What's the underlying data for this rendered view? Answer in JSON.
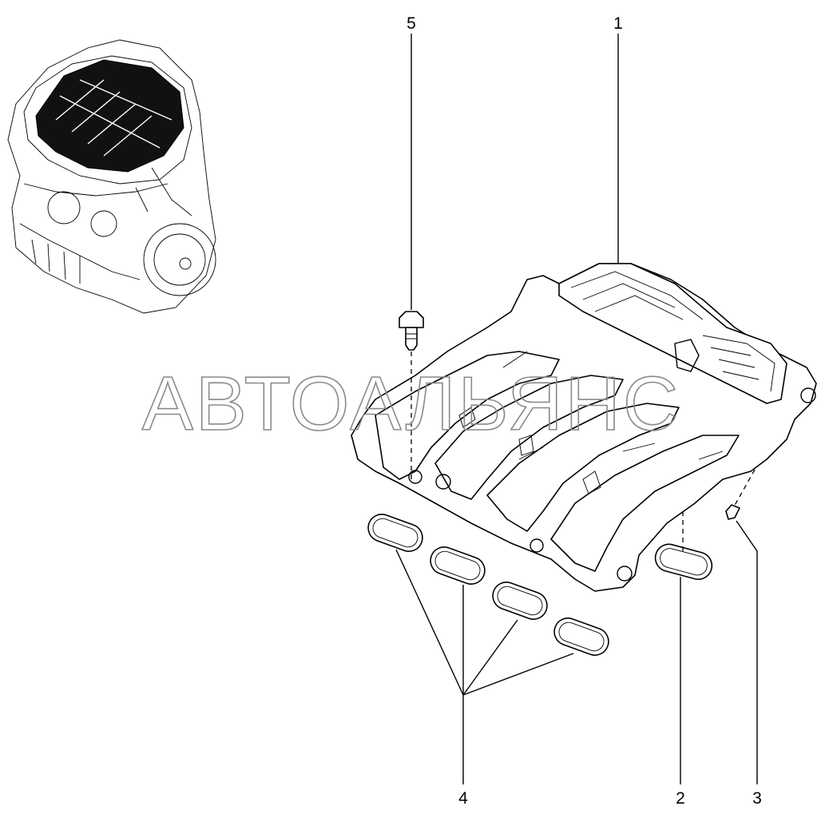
{
  "diagram": {
    "watermark": "АВТОАЛЬЯНС",
    "callouts": [
      "5",
      "1",
      "4",
      "2",
      "3"
    ]
  }
}
